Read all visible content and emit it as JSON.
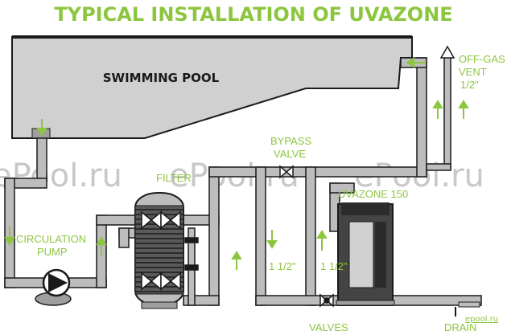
{
  "title": "TYPICAL INSTALLATION OF UVAZONE",
  "labels": {
    "swimming_pool": "SWIMMING POOL",
    "filter": "FILTER",
    "bypass_valve_line1": "BYPASS",
    "bypass_valve_line2": "VALVE",
    "uvazone": "UVAZONE 150",
    "circulation_line1": "CIRCULATION",
    "circulation_line2": "PUMP",
    "offgas_line1": "OFF-GAS",
    "offgas_line2": "VENT",
    "offgas_size": "1/2\"",
    "pipe_size_left": "1 1/2\"",
    "pipe_size_right": "1 1/2\"",
    "valves": "VALVES",
    "drain": "DRAIN"
  },
  "watermarks": [
    "ePool.ru",
    "ePool.ru",
    "ePool.ru",
    "epool.ru"
  ],
  "colors": {
    "accent": "#8cc63f",
    "pipe_fill": "#bdbdbd",
    "pool_fill": "#d0d0d0",
    "stroke": "#1a1a1a",
    "unit_dark": "#444444",
    "watermark": "#c8c8c8"
  }
}
